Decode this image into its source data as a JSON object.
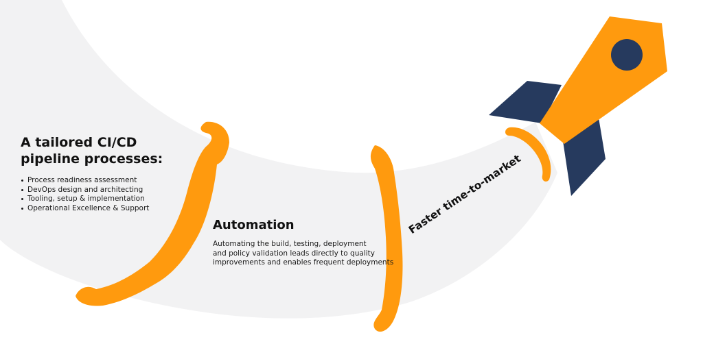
{
  "colors": {
    "accent_orange": "#FF9A0E",
    "navy": "#263A5E",
    "swoosh_gray": "#F2F2F3",
    "text": "#111111"
  },
  "heading": {
    "line1": "A tailored CI/CD",
    "line2": "pipeline processes:"
  },
  "bullets": [
    "Process readiness assessment",
    "DevOps design and architecting",
    "Tooling, setup & implementation",
    "Operational Excellence & Support"
  ],
  "automation": {
    "title": "Automation",
    "body_lines": [
      "Automating the build, testing, deployment",
      "and policy validation leads directly to quality",
      "improvements and enables frequent deployments"
    ]
  },
  "ttm_label": "Faster time-to-market",
  "icons": {
    "rocket": "rocket-icon",
    "rings": "exhaust-ring-icon"
  }
}
